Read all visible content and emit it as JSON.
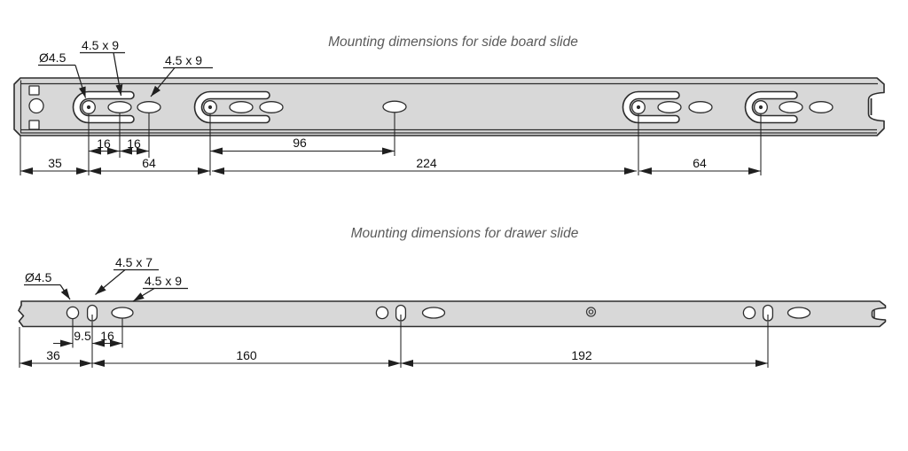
{
  "top_slide": {
    "title": "Mounting dimensions for side board slide",
    "callouts": {
      "hole_diameter": "Ø4.5",
      "slot_1": "4.5 x 9",
      "slot_2": "4.5 x 9"
    },
    "dims": {
      "pitch_16a": "16",
      "pitch_16b": "16",
      "pitch_96": "96",
      "offset_35": "35",
      "pitch_64a": "64",
      "pitch_224": "224",
      "pitch_64b": "64"
    }
  },
  "bottom_slide": {
    "title": "Mounting dimensions for drawer slide",
    "callouts": {
      "hole_diameter": "Ø4.5",
      "slot_1": "4.5 x 7",
      "slot_2": "4.5 x 9"
    },
    "dims": {
      "offset_9_5": "9.5",
      "pitch_16": "16",
      "offset_36": "36",
      "pitch_160": "160",
      "pitch_192": "192"
    }
  },
  "colors": {
    "background": "#ffffff",
    "rail_fill": "#d8d8d8",
    "outline": "#2d2d2d",
    "dimension_line": "#1f1f1f",
    "dimension_text": "#111111",
    "title_text": "#5a5a5a"
  }
}
